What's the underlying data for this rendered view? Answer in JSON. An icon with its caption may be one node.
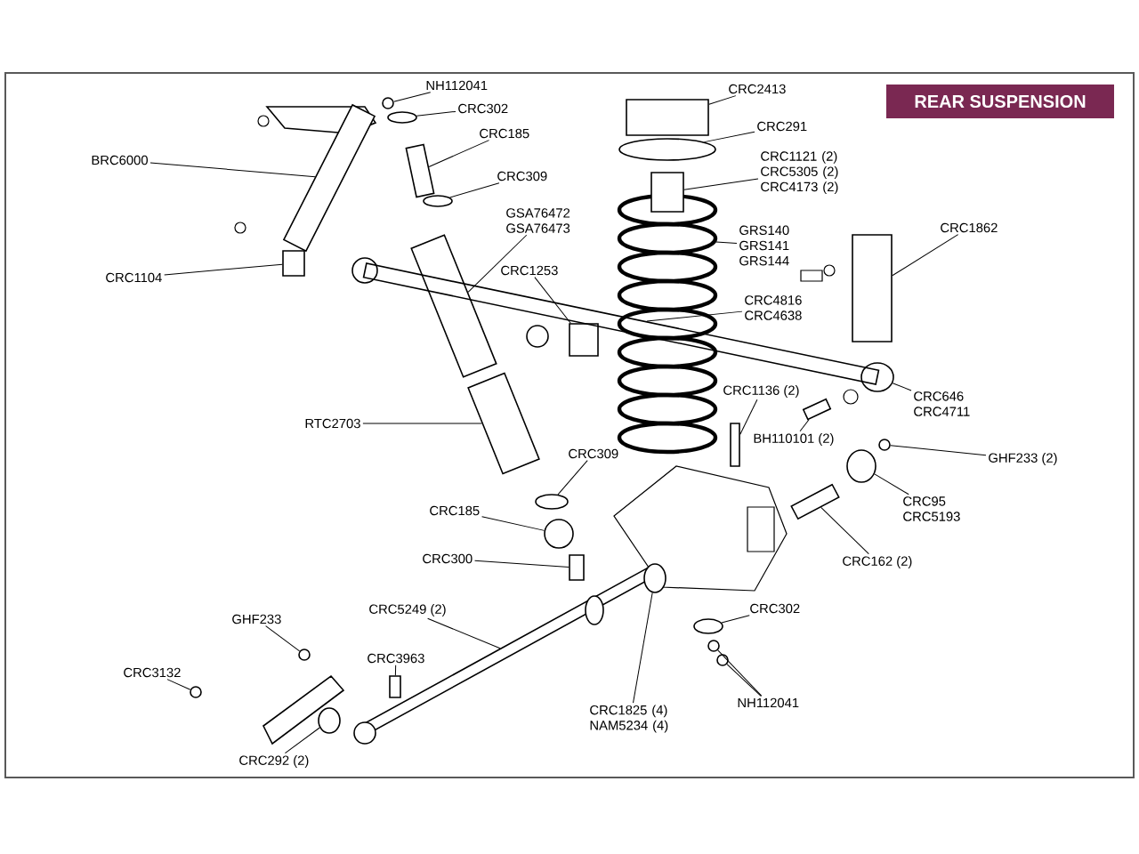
{
  "diagram": {
    "title": "REAR SUSPENSION",
    "nodes": [
      {
        "text": [
          "NH112041"
        ]
      },
      {
        "text": [
          "CRC302"
        ]
      },
      {
        "text": [
          "CRC185"
        ]
      },
      {
        "text": [
          "BRC6000"
        ]
      },
      {
        "text": [
          "CRC309"
        ]
      },
      {
        "text": [
          "GSA76472 GSA76473"
        ]
      },
      {
        "text": [
          "CRC1104"
        ]
      },
      {
        "text": [
          "CRC1253"
        ]
      },
      {
        "text": [
          "RTC2703"
        ]
      },
      {
        "text": [
          "CRC309"
        ]
      },
      {
        "text": [
          "CRC185"
        ]
      },
      {
        "text": [
          "CRC300"
        ]
      },
      {
        "text": [
          "CRC5249 (2)"
        ]
      },
      {
        "text": [
          "GHF233"
        ]
      },
      {
        "text": [
          "CRC3963"
        ]
      },
      {
        "text": [
          "CRC3132"
        ]
      },
      {
        "text": [
          "CRC292 (2)"
        ]
      },
      {
        "text": [
          "CRC1825 (4) NAM5234 (4)"
        ]
      },
      {
        "text": [
          "CRC302"
        ]
      },
      {
        "text": [
          "NH112041"
        ]
      },
      {
        "text": [
          "CRC2413"
        ]
      },
      {
        "text": [
          "CRC291"
        ]
      },
      {
        "text": [
          "CRC1121 (2) CRC5305 (2) CRC4173 (2)"
        ]
      },
      {
        "text": [
          "GRS140 GRS141 GRS144"
        ]
      },
      {
        "text": [
          "CRC1862"
        ]
      },
      {
        "text": [
          "CRC4816 CRC4638"
        ]
      },
      {
        "text": [
          "CRC1136 (2)"
        ]
      },
      {
        "text": [
          "CRC646 CRC4711"
        ]
      },
      {
        "text": [
          "BH110101 (2)"
        ]
      },
      {
        "text": [
          "GHF233 (2)"
        ]
      },
      {
        "text": [
          "CRC95 CRC5193"
        ]
      },
      {
        "text": [
          "CRC162 (2)"
        ]
      },
      {
        "text": [],
        "shape": "circle"
      },
      {
        "text": [],
        "shape": "ellipse"
      },
      {
        "text": [],
        "shape": "box"
      },
      {
        "text": [],
        "shape": "box"
      },
      {
        "text": [],
        "shape": "ellipse"
      },
      {
        "text": [],
        "shape": "box"
      },
      {
        "text": [],
        "shape": "box"
      },
      {
        "text": [],
        "shape": "box"
      },
      {
        "text": [],
        "shape": "box"
      },
      {
        "text": [],
        "shape": "ellipse"
      },
      {
        "text": [],
        "shape": "circle"
      },
      {
        "text": [],
        "shape": "box"
      },
      {
        "text": [],
        "shape": "bar"
      },
      {
        "text": [],
        "shape": "circle"
      },
      {
        "text": [],
        "shape": "box"
      },
      {
        "text": [],
        "shape": "circle"
      },
      {
        "text": [],
        "shape": "ellipse"
      },
      {
        "text": [],
        "shape": "ellipse"
      },
      {
        "text": [],
        "shape": "ellipse"
      },
      {
        "text": [],
        "shape": "circle"
      },
      {
        "text": [],
        "shape": "circle"
      },
      {
        "text": [],
        "shape": "box"
      },
      {
        "text": [],
        "shape": "ellipse"
      },
      {
        "text": [],
        "shape": "box"
      },
      {
        "text": [],
        "shape": "ellipse"
      },
      {
        "text": [],
        "shape": "box"
      },
      {
        "text": [],
        "shape": "bar"
      },
      {
        "text": [],
        "shape": "box"
      },
      {
        "text": [],
        "shape": "ellipse"
      },
      {
        "text": [],
        "shape": "box"
      },
      {
        "text": [],
        "shape": "circle"
      },
      {
        "text": [],
        "shape": "ellipse"
      },
      {
        "text": [],
        "shape": "box"
      }
    ],
    "edges": [
      {
        "from": 0,
        "to": 32,
        "arrow": "none"
      },
      {
        "from": 1,
        "to": 33,
        "arrow": "none"
      },
      {
        "from": 2,
        "to": 34,
        "arrow": "none"
      },
      {
        "from": 3,
        "to": 35,
        "arrow": "none"
      },
      {
        "from": 4,
        "to": 36,
        "arrow": "none"
      },
      {
        "from": 5,
        "to": 37,
        "arrow": "none"
      },
      {
        "from": 6,
        "to": 38,
        "arrow": "none"
      },
      {
        "from": 7,
        "to": 39,
        "arrow": "none"
      },
      {
        "from": 8,
        "to": 40,
        "arrow": "none"
      },
      {
        "from": 9,
        "to": 41,
        "arrow": "none"
      },
      {
        "from": 10,
        "to": 42,
        "arrow": "none"
      },
      {
        "from": 11,
        "to": 43,
        "arrow": "none"
      },
      {
        "from": 12,
        "to": 58,
        "arrow": "none"
      },
      {
        "from": 13,
        "to": 45,
        "arrow": "none"
      },
      {
        "from": 14,
        "to": 46,
        "arrow": "none"
      },
      {
        "from": 15,
        "to": 47,
        "arrow": "none"
      },
      {
        "from": 16,
        "to": 48,
        "arrow": "none"
      },
      {
        "from": 17,
        "to": 49,
        "arrow": "none"
      },
      {
        "from": 18,
        "to": 50,
        "arrow": "none"
      },
      {
        "from": 19,
        "to": 51,
        "arrow": "none"
      },
      {
        "from": 19,
        "to": 52,
        "arrow": "none"
      },
      {
        "from": 20,
        "to": 53,
        "arrow": "none"
      },
      {
        "from": 21,
        "to": 54,
        "arrow": "none"
      },
      {
        "from": 22,
        "to": 55,
        "arrow": "none"
      },
      {
        "from": 23,
        "to": 56,
        "arrow": "none"
      },
      {
        "from": 24,
        "to": 57,
        "arrow": "none"
      },
      {
        "from": 25,
        "to": 44,
        "arrow": "none"
      },
      {
        "from": 26,
        "to": 59,
        "arrow": "none"
      },
      {
        "from": 27,
        "to": 60,
        "arrow": "none"
      },
      {
        "from": 28,
        "to": 61,
        "arrow": "none"
      },
      {
        "from": 29,
        "to": 62,
        "arrow": "none"
      },
      {
        "from": 30,
        "to": 63,
        "arrow": "none"
      },
      {
        "from": 31,
        "to": 64,
        "arrow": "none"
      }
    ]
  }
}
